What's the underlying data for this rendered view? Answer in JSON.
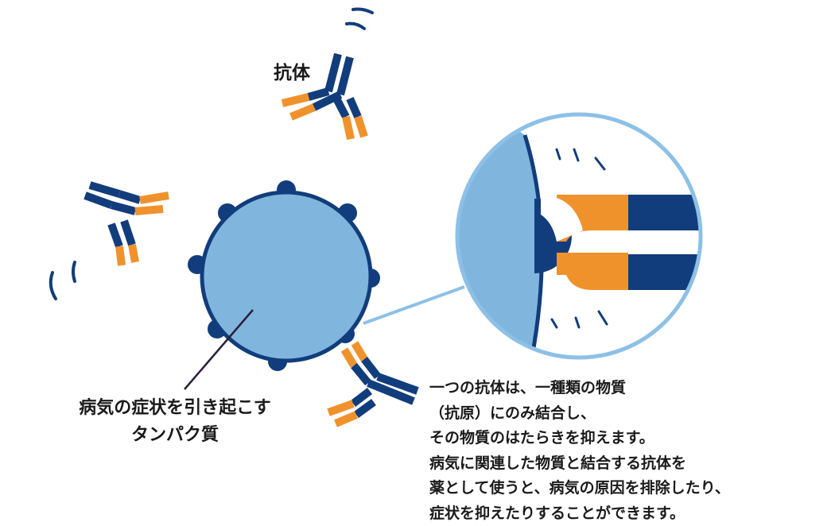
{
  "colors": {
    "navy": "#123d7c",
    "orange": "#f0922c",
    "cell_fill": "#80b6de",
    "zoom_ring": "#8dc0e6",
    "text": "#1a1a1a",
    "leader_line": "#2b1f3a"
  },
  "labels": {
    "antibody": "抗体",
    "protein": [
      "病気の症状を引き起こす",
      "タンパク質"
    ],
    "description": [
      "一つの抗体は、一種類の物質",
      "（抗原）にのみ結合し、",
      "その物質のはたらきを抑えます。",
      "病気に関連した物質と結合する抗体を",
      "薬として使うと、病気の原因を排除したり、",
      "症状を抑えたりすることができます。"
    ]
  },
  "icons": [
    "antibody-icon",
    "protein-cell-icon",
    "zoom-detail-icon",
    "motion-lines-icon"
  ]
}
